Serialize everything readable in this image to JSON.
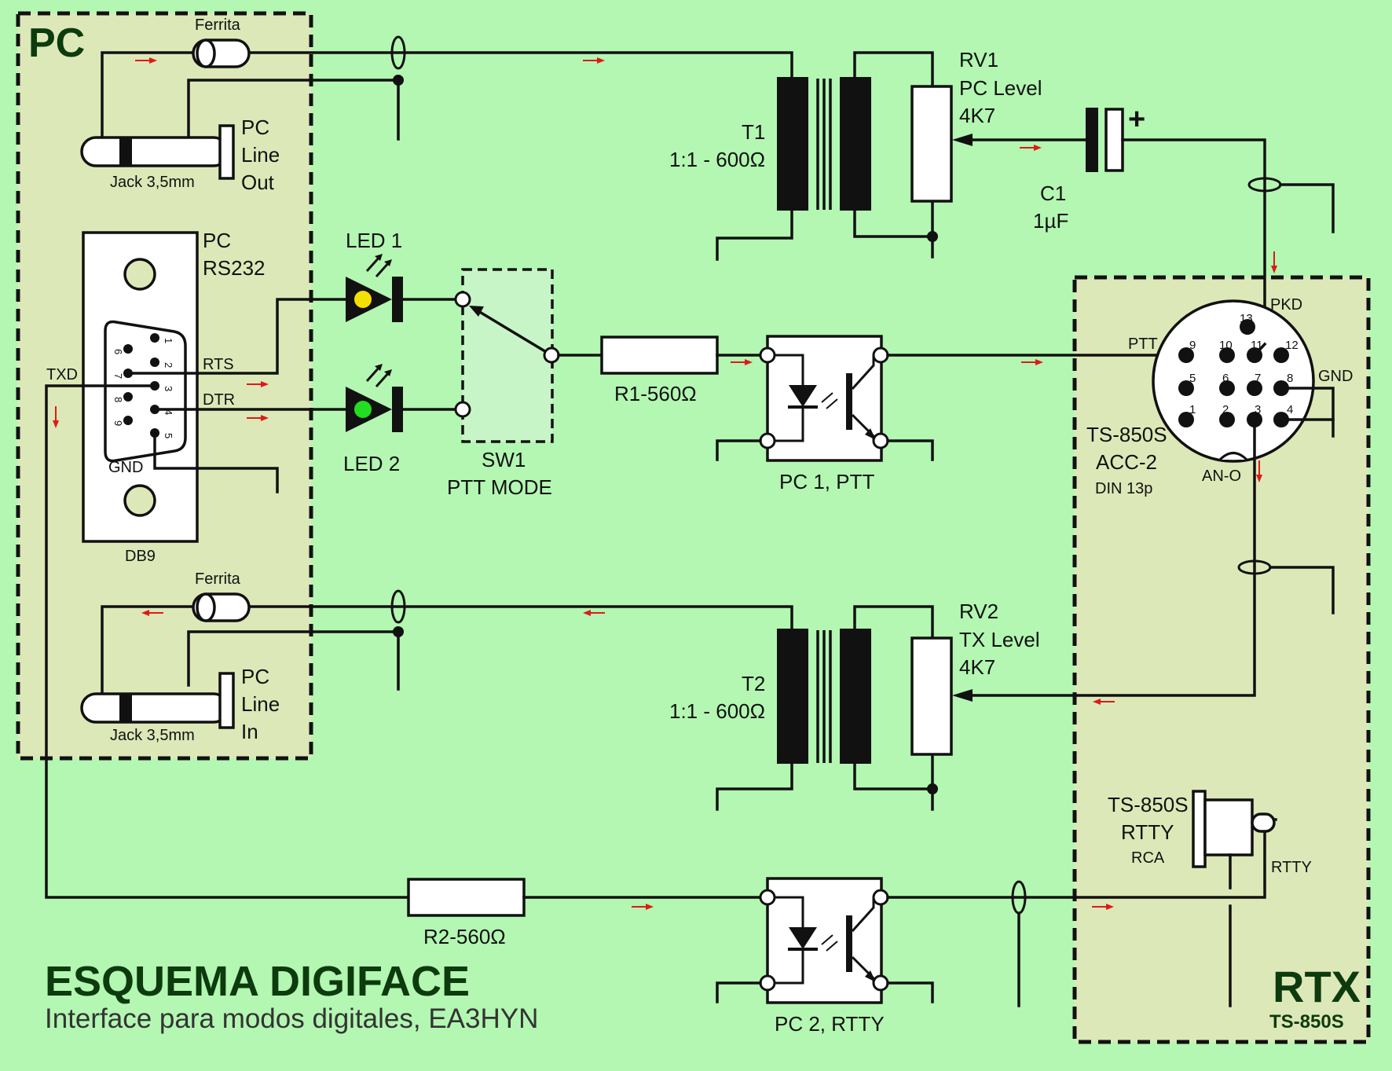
{
  "title": "ESQUEMA DIGIFACE",
  "subtitle": "Interface para modos digitales, EA3HYN",
  "colors": {
    "background": "#b3f7b2",
    "section_fill": "#dde8b8",
    "switch_fill": "#c8f5c8",
    "signal_arrow": "#e01919",
    "led1": "#f3e000",
    "led2": "#22dd22",
    "heading": "#0d3b0d"
  },
  "sections": {
    "pc": "PC",
    "rtx": "RTX",
    "rtx_model": "TS-850S"
  },
  "pc_line_out": {
    "ferrite": "Ferrita",
    "jack": "Jack 3,5mm",
    "label_1": "PC",
    "label_2": "Line",
    "label_3": "Out"
  },
  "pc_line_in": {
    "ferrite": "Ferrita",
    "jack": "Jack 3,5mm",
    "label_1": "PC",
    "label_2": "Line",
    "label_3": "In"
  },
  "rs232": {
    "label_1": "PC",
    "label_2": "RS232",
    "connector": "DB9",
    "pins": [
      "1",
      "2",
      "3",
      "4",
      "5",
      "6",
      "7",
      "8",
      "9"
    ],
    "rts": "RTS",
    "dtr": "DTR",
    "txd": "TXD",
    "gnd": "GND"
  },
  "leds": {
    "led1": "LED 1",
    "led2": "LED 2"
  },
  "switch": {
    "name": "SW1",
    "desc": "PTT MODE"
  },
  "r1": "R1-560Ω",
  "r2": "R2-560Ω",
  "pc1": "PC 1, PTT",
  "pc2": "PC 2, RTTY",
  "t1": {
    "name": "T1",
    "spec": "1:1 - 600Ω"
  },
  "t2": {
    "name": "T2",
    "spec": "1:1 - 600Ω"
  },
  "rv1": {
    "name": "RV1",
    "desc": "PC Level",
    "value": "4K7"
  },
  "rv2": {
    "name": "RV2",
    "desc": "TX Level",
    "value": "4K7"
  },
  "c1": {
    "name": "C1",
    "value": "1µF",
    "polarity": "+"
  },
  "din": {
    "label_1": "TS-850S",
    "label_2": "ACC-2",
    "label_3": "DIN 13p",
    "pkd": "PKD",
    "ptt": "PTT",
    "gnd": "GND",
    "an_o": "AN-O",
    "pins": [
      "1",
      "2",
      "3",
      "4",
      "5",
      "6",
      "7",
      "8",
      "9",
      "10",
      "11",
      "12",
      "13"
    ]
  },
  "rca": {
    "label_1": "TS-850S",
    "label_2": "RTTY",
    "label_3": "RCA",
    "rtty": "RTTY"
  }
}
